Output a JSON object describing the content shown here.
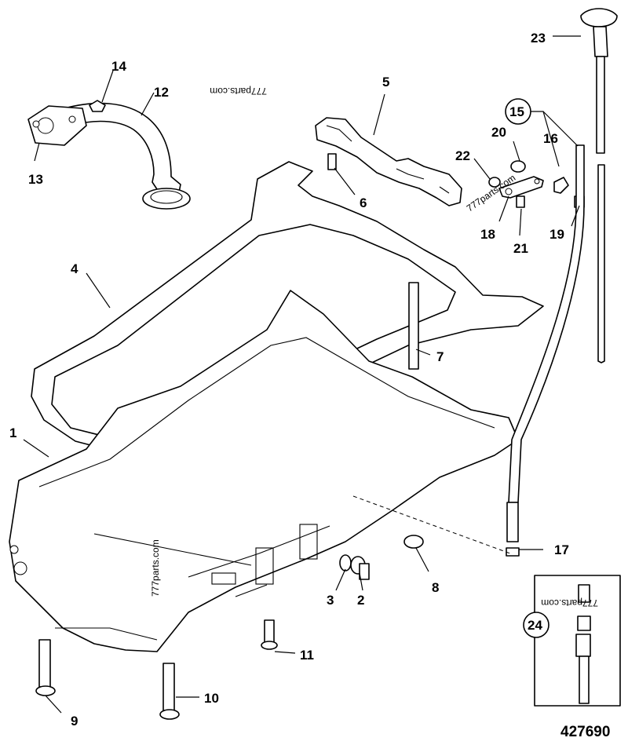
{
  "callouts": {
    "c1": "1",
    "c2": "2",
    "c3": "3",
    "c4": "4",
    "c5": "5",
    "c6": "6",
    "c7": "7",
    "c8": "8",
    "c9": "9",
    "c10": "10",
    "c11": "11",
    "c12": "12",
    "c13": "13",
    "c14": "14",
    "c15": "15",
    "c16": "16",
    "c17": "17",
    "c18": "18",
    "c19": "19",
    "c20": "20",
    "c21": "21",
    "c22": "22",
    "c23": "23",
    "c24": "24"
  },
  "watermark": "777parts.com",
  "reference_number": "427690"
}
